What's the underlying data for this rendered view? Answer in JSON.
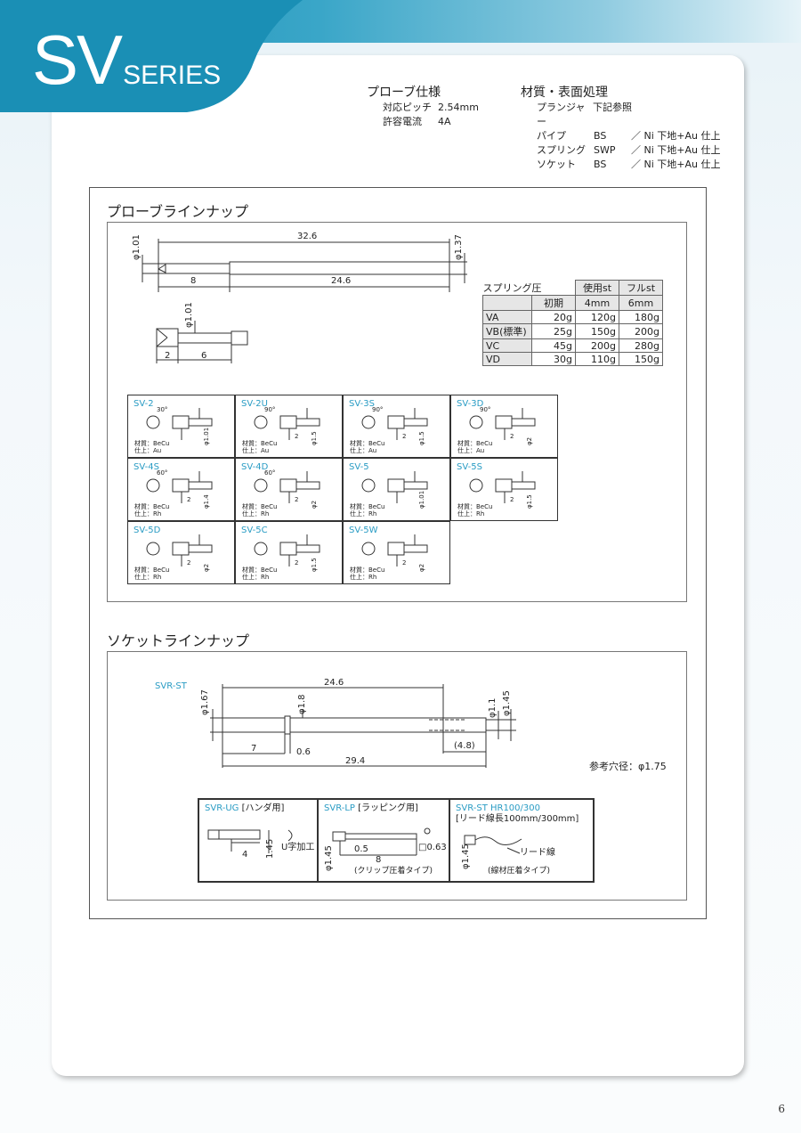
{
  "header": {
    "series_big": "SV",
    "series_small": "SERIES"
  },
  "probe_spec": {
    "title": "プローブ仕様",
    "rows": [
      {
        "key": "対応ピッチ",
        "value": "2.54mm"
      },
      {
        "key": "許容電流",
        "value": "4A"
      }
    ]
  },
  "material_spec": {
    "title": "材質・表面処理",
    "rows": [
      {
        "key": "プランジャー",
        "v1": "下記参照",
        "v2": ""
      },
      {
        "key": "パイプ",
        "v1": "BS",
        "v2": "／ Ni 下地+Au 仕上"
      },
      {
        "key": "スプリング",
        "v1": "SWP",
        "v2": "／ Ni 下地+Au 仕上"
      },
      {
        "key": "ソケット",
        "v1": "BS",
        "v2": "／ Ni 下地+Au 仕上"
      }
    ]
  },
  "probe_lineup": {
    "title": "プローブラインナップ",
    "dims": {
      "overall": "32.6",
      "tip_len": "8",
      "body_len": "24.6",
      "tip_dia": "φ1.01",
      "body_dia": "φ1.37",
      "detail_dia": "φ1.01",
      "detail_a": "2",
      "detail_b": "6"
    },
    "spring_table": {
      "caption": "スプリング圧",
      "head1": [
        "使用st",
        "フルst"
      ],
      "head2": [
        "初期",
        "4mm",
        "6mm"
      ],
      "rows": [
        {
          "name": "VA",
          "v": [
            "20g",
            "120g",
            "180g"
          ]
        },
        {
          "name": "VB(標準)",
          "v": [
            "25g",
            "150g",
            "200g"
          ]
        },
        {
          "name": "VC",
          "v": [
            "45g",
            "200g",
            "280g"
          ]
        },
        {
          "name": "VD",
          "v": [
            "30g",
            "110g",
            "150g"
          ]
        }
      ]
    },
    "tips": [
      {
        "name": "SV-2",
        "mat1": "材質：BeCu",
        "mat2": "仕上：Au",
        "angle": "30°",
        "dia": "φ1.01",
        "len": ""
      },
      {
        "name": "SV-2U",
        "mat1": "材質：BeCu",
        "mat2": "仕上：Au",
        "angle": "90°",
        "dia": "φ1.5",
        "len": "2"
      },
      {
        "name": "SV-3S",
        "mat1": "材質：BeCu",
        "mat2": "仕上：Au",
        "angle": "90°",
        "dia": "φ1.5",
        "len": "2"
      },
      {
        "name": "SV-3D",
        "mat1": "材質：BeCu",
        "mat2": "仕上：Au",
        "angle": "90°",
        "dia": "φ2",
        "len": "2"
      },
      {
        "name": "SV-4S",
        "mat1": "材質：BeCu",
        "mat2": "仕上：Rh",
        "angle": "60°",
        "dia": "φ1.4",
        "len": "2"
      },
      {
        "name": "SV-4D",
        "mat1": "材質：BeCu",
        "mat2": "仕上：Rh",
        "angle": "60°",
        "dia": "φ2",
        "len": "2"
      },
      {
        "name": "SV-5",
        "mat1": "材質：BeCu",
        "mat2": "仕上：Rh",
        "angle": "",
        "dia": "φ1.01",
        "len": ""
      },
      {
        "name": "SV-5S",
        "mat1": "材質：BeCu",
        "mat2": "仕上：Rh",
        "angle": "",
        "dia": "φ1.5",
        "len": "2"
      },
      {
        "name": "SV-5D",
        "mat1": "材質：BeCu",
        "mat2": "仕上：Rh",
        "angle": "",
        "dia": "φ2",
        "len": "2"
      },
      {
        "name": "SV-5C",
        "mat1": "材質：BeCu",
        "mat2": "仕上：Rh",
        "angle": "",
        "dia": "φ1.5",
        "len": "2"
      },
      {
        "name": "SV-5W",
        "mat1": "材質：BeCu",
        "mat2": "仕上：Rh",
        "angle": "",
        "dia": "φ2",
        "len": "2"
      }
    ]
  },
  "socket_lineup": {
    "title": "ソケットラインナップ",
    "main": {
      "label": "SVR-ST",
      "dims": {
        "top_len": "24.6",
        "dia_left": "φ1.67",
        "dia_mid": "φ1.8",
        "dia_r1": "φ1.1",
        "dia_r2": "φ1.45",
        "d7": "7",
        "d06": "0.6",
        "d48": "(4.8)",
        "d294": "29.4"
      },
      "ref_hole": "参考穴径：φ1.75"
    },
    "variants": [
      {
        "name": "SVR-UG",
        "sub": "[ハンダ用]",
        "sub2": "",
        "n1": "4",
        "n2": "1.45",
        "note": "U字加工",
        "note2": ""
      },
      {
        "name": "SVR-LP",
        "sub": "[ラッピング用]",
        "sub2": "",
        "n1": "0.5",
        "n2": "8",
        "note": "□0.63",
        "note2": "(クリップ圧着タイプ)",
        "dia": "φ1.45"
      },
      {
        "name": "SVR-ST HR100/300",
        "sub": "",
        "sub2": "[リード線長100mm/300mm]",
        "n1": "φ1.45",
        "n2": "",
        "note": "リード線",
        "note2": "(線材圧着タイプ)"
      }
    ]
  },
  "page_number": "6"
}
